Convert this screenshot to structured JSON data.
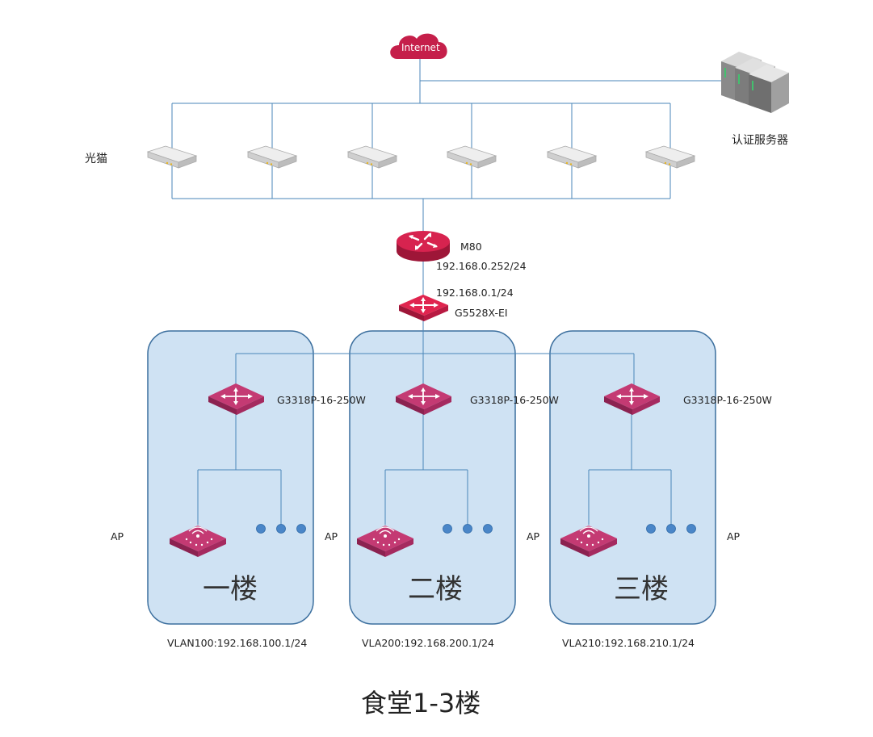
{
  "internet": {
    "label": "Internet"
  },
  "auth_server": {
    "label": "认证服务器"
  },
  "modems": {
    "label": "光猫",
    "count": 6
  },
  "router": {
    "name": "M80",
    "ip": "192.168.0.252/24"
  },
  "core_switch": {
    "ip": "192.168.0.1/24",
    "name": "G5528X-EI"
  },
  "floors": [
    {
      "name": "一楼",
      "switch": "G3318P-16-250W",
      "ap_left": "AP",
      "ap_right": "AP",
      "vlan": "VLAN100:192.168.100.1/24"
    },
    {
      "name": "二楼",
      "switch": "G3318P-16-250W",
      "ap_left": "",
      "ap_right": "AP",
      "vlan": "VLA200:192.168.200.1/24"
    },
    {
      "name": "三楼",
      "switch": "G3318P-16-250W",
      "ap_left": "",
      "ap_right": "AP",
      "vlan": "VLA210:192.168.210.1/24"
    }
  ],
  "footer": {
    "title": "食堂1-3楼"
  },
  "colors": {
    "line": "#4a86b8",
    "device": "#c51f4a",
    "switch_floor": "#b8336a",
    "floor_fill": "#cfe2f3",
    "floor_stroke": "#3c6f9e",
    "dot": "#4a86c8"
  }
}
